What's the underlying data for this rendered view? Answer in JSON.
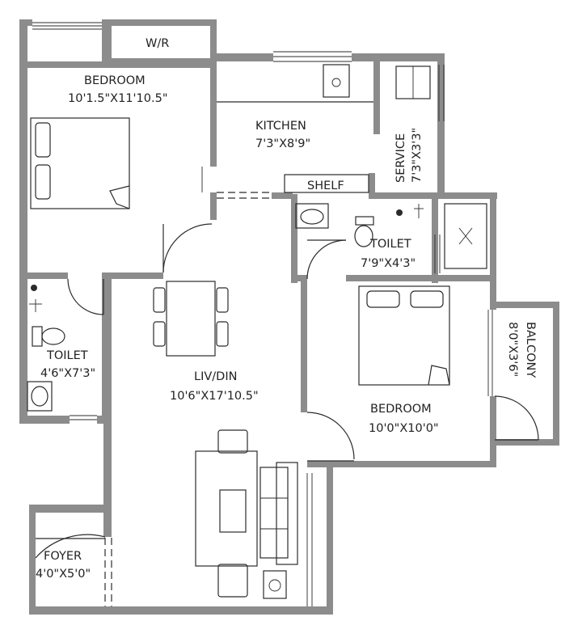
{
  "rooms": {
    "wr": {
      "name": "W/R"
    },
    "bedroom1": {
      "name": "BEDROOM",
      "size": "10'1.5\"X11'10.5\""
    },
    "kitchen": {
      "name": "KITCHEN",
      "size": "7'3\"X8'9\""
    },
    "service": {
      "name": "SERVICE",
      "size": "7'3\"X3'3\""
    },
    "shelf": {
      "name": "SHELF"
    },
    "toilet2": {
      "name": "TOILET",
      "size": "7'9\"X4'3\""
    },
    "toilet1": {
      "name": "TOILET",
      "size": "4'6\"X7'3\""
    },
    "livdin": {
      "name": "LIV/DIN",
      "size": "10'6\"X17'10.5\""
    },
    "bedroom2": {
      "name": "BEDROOM",
      "size": "10'0\"X10'0\""
    },
    "balcony": {
      "name": "BALCONY",
      "size": "8'0\"X3'6\""
    },
    "foyer": {
      "name": "FOYER",
      "size": "4'0\"X5'0\""
    }
  },
  "colors": {
    "wall": "#8c8c8c",
    "line": "#2b2b2b",
    "background": "#ffffff"
  }
}
